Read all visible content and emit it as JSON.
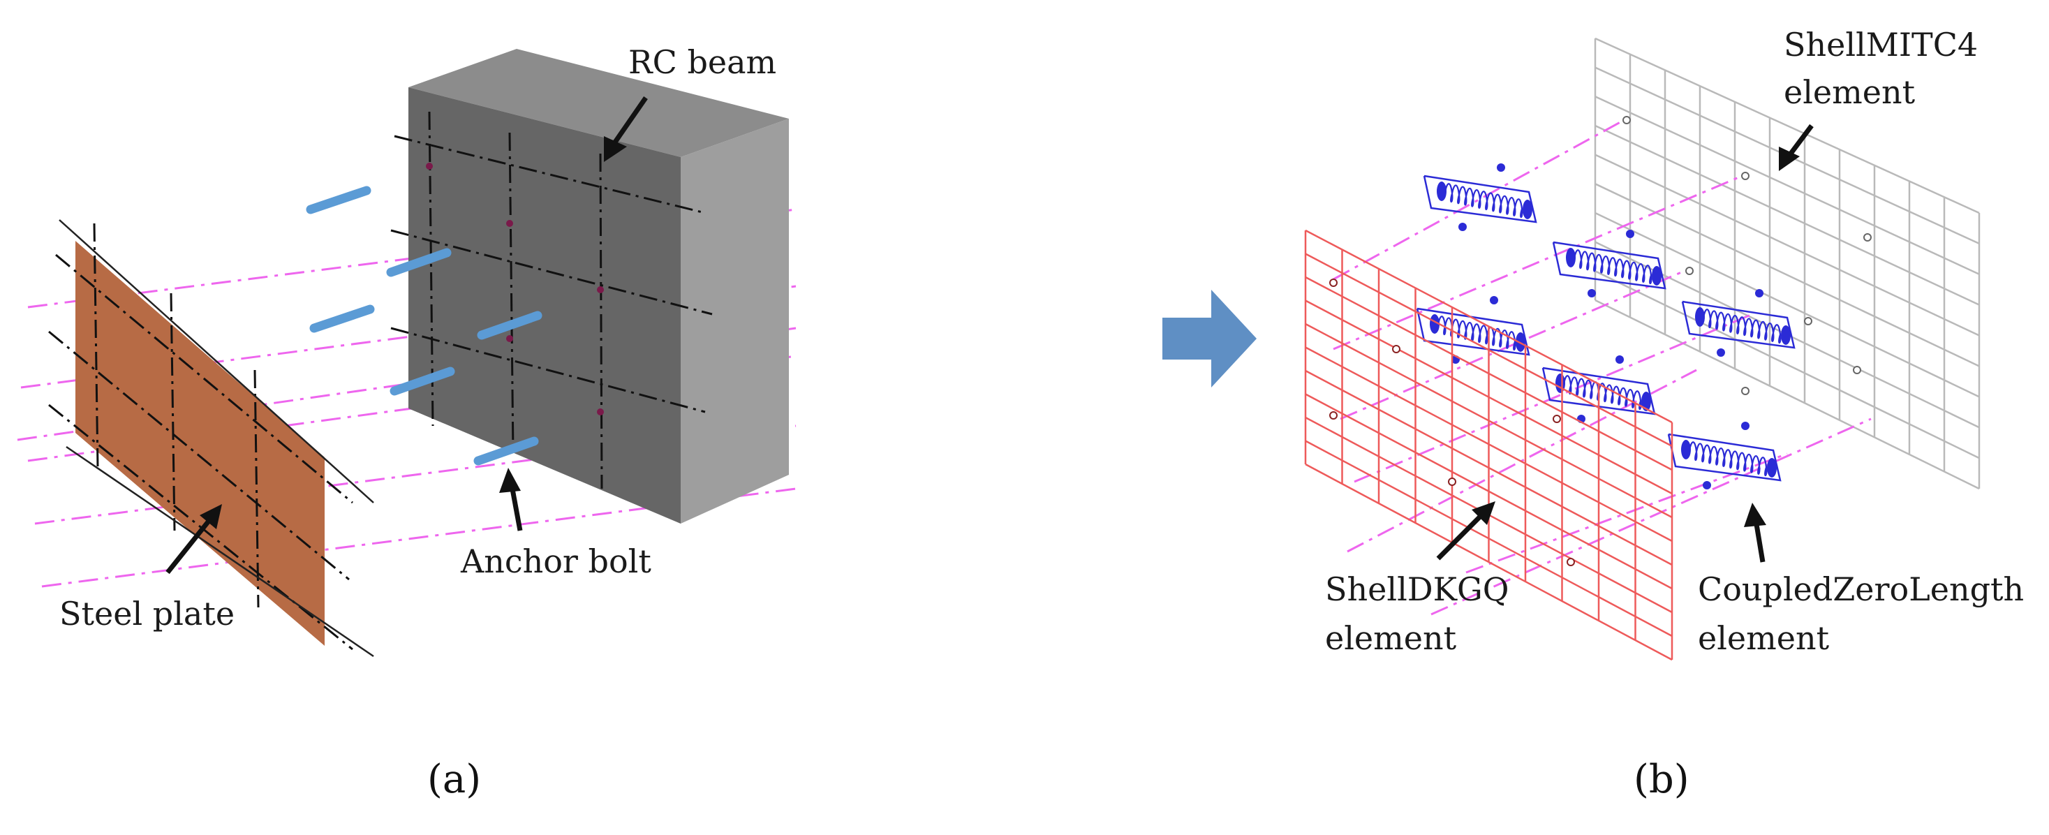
{
  "panel_a": {
    "caption": "(a)",
    "labels": {
      "rc_beam": "RC beam",
      "anchor_bolt": "Anchor bolt",
      "steel_plate": "Steel plate"
    },
    "colors": {
      "beam_front": "#666666",
      "beam_top": "#8c8c8c",
      "beam_side": "#9e9e9e",
      "plate": "#b76b45",
      "bolt": "#5b9bd5",
      "axis_line": "#ee66ee"
    }
  },
  "transition_arrow": {
    "icon": "right-arrow-icon",
    "color": "#5f8fc4"
  },
  "panel_b": {
    "caption": "(b)",
    "labels": {
      "shell_mitc4_line1": "ShellMITC4",
      "shell_mitc4_line2": "element",
      "shell_dkgq_line1": "ShellDKGQ",
      "shell_dkgq_line2": "element",
      "coupled_line1": "CoupledZeroLength",
      "coupled_line2": "element"
    },
    "colors": {
      "dkgq_mesh": "#ee5a5a",
      "mitc4_mesh": "#b9b9b9",
      "spring": "#2b2bd6",
      "axis_line": "#ee66ee"
    }
  }
}
